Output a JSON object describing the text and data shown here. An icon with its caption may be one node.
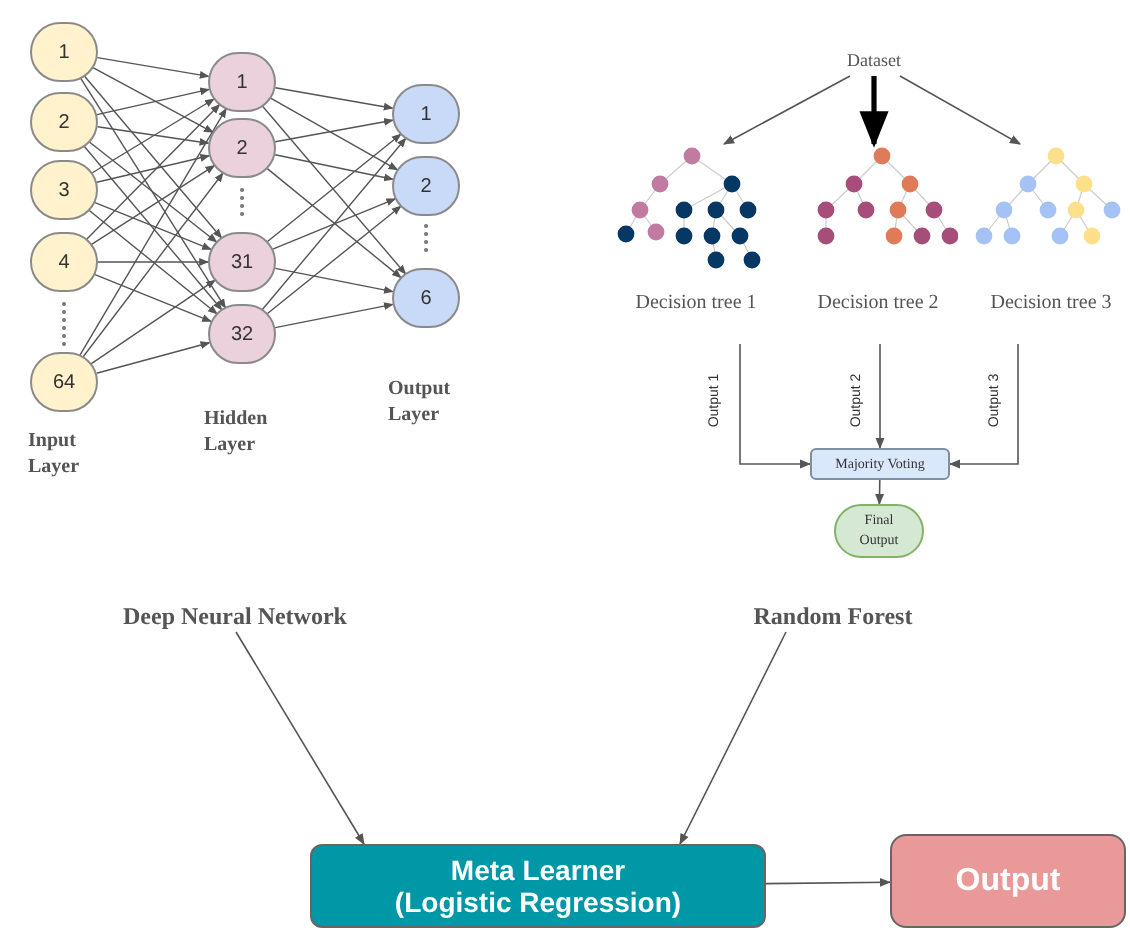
{
  "diagram": {
    "nodes": [
      {
        "text": [
          "1"
        ]
      },
      {
        "text": [
          "2"
        ]
      },
      {
        "text": [
          "3"
        ]
      },
      {
        "text": [
          "4"
        ]
      },
      {
        "text": [
          "64"
        ]
      },
      {
        "text": [
          "1"
        ]
      },
      {
        "text": [
          "2"
        ]
      },
      {
        "text": [
          "31"
        ]
      },
      {
        "text": [
          "32"
        ]
      },
      {
        "text": [
          "1"
        ]
      },
      {
        "text": [
          "2"
        ]
      },
      {
        "text": [
          "6"
        ]
      },
      {
        "text": [
          "Dataset"
        ]
      },
      {
        "text": [],
        "shape": "picture",
        "beside": [
          "Decision tree 1"
        ]
      },
      {
        "text": [],
        "shape": "picture",
        "beside": [
          "Decision tree 2"
        ]
      },
      {
        "text": [],
        "shape": "picture",
        "beside": [
          "Decision tree 3"
        ]
      },
      {
        "text": [
          "Majority Voting"
        ]
      },
      {
        "text": [
          "Final Output"
        ]
      },
      {
        "text": [
          "Deep Neural Network"
        ]
      },
      {
        "text": [
          "Random Forest"
        ]
      },
      {
        "text": [
          "Meta Learner (Logistic Regression)"
        ]
      },
      {
        "text": [
          "Output"
        ]
      }
    ],
    "edges": [
      {
        "from": 0,
        "to": 5,
        "arrow": "to"
      },
      {
        "from": 0,
        "to": 6,
        "arrow": "to"
      },
      {
        "from": 0,
        "to": 7,
        "arrow": "to"
      },
      {
        "from": 0,
        "to": 8,
        "arrow": "to"
      },
      {
        "from": 1,
        "to": 5,
        "arrow": "to"
      },
      {
        "from": 1,
        "to": 6,
        "arrow": "to"
      },
      {
        "from": 1,
        "to": 7,
        "arrow": "to"
      },
      {
        "from": 1,
        "to": 8,
        "arrow": "to"
      },
      {
        "from": 2,
        "to": 5,
        "arrow": "to"
      },
      {
        "from": 2,
        "to": 6,
        "arrow": "to"
      },
      {
        "from": 2,
        "to": 7,
        "arrow": "to"
      },
      {
        "from": 2,
        "to": 8,
        "arrow": "to"
      },
      {
        "from": 3,
        "to": 5,
        "arrow": "to"
      },
      {
        "from": 3,
        "to": 6,
        "arrow": "to"
      },
      {
        "from": 3,
        "to": 7,
        "arrow": "to"
      },
      {
        "from": 3,
        "to": 8,
        "arrow": "to"
      },
      {
        "from": 4,
        "to": 5,
        "arrow": "to"
      },
      {
        "from": 4,
        "to": 6,
        "arrow": "to"
      },
      {
        "from": 4,
        "to": 7,
        "arrow": "to"
      },
      {
        "from": 4,
        "to": 8,
        "arrow": "to"
      },
      {
        "from": 5,
        "to": 9,
        "arrow": "to"
      },
      {
        "from": 5,
        "to": 10,
        "arrow": "to"
      },
      {
        "from": 5,
        "to": 11,
        "arrow": "to"
      },
      {
        "from": 6,
        "to": 9,
        "arrow": "to"
      },
      {
        "from": 6,
        "to": 10,
        "arrow": "to"
      },
      {
        "from": 6,
        "to": 11,
        "arrow": "to"
      },
      {
        "from": 7,
        "to": 9,
        "arrow": "to"
      },
      {
        "from": 7,
        "to": 10,
        "arrow": "to"
      },
      {
        "from": 7,
        "to": 11,
        "arrow": "to"
      },
      {
        "from": 8,
        "to": 9,
        "arrow": "to"
      },
      {
        "from": 8,
        "to": 10,
        "arrow": "to"
      },
      {
        "from": 8,
        "to": 11,
        "arrow": "to"
      },
      {
        "from": 12,
        "to": 13,
        "arrow": "to"
      },
      {
        "from": 12,
        "to": 14,
        "arrow": "to",
        "style": "thick",
        "color": "#000000"
      },
      {
        "from": 12,
        "to": 15,
        "arrow": "to"
      },
      {
        "from": 13,
        "to": 16,
        "arrow": "to",
        "label": "Output 1"
      },
      {
        "from": 14,
        "to": 16,
        "arrow": "to",
        "label": "Output 2"
      },
      {
        "from": 15,
        "to": 16,
        "arrow": "to",
        "label": "Output 3"
      },
      {
        "from": 16,
        "to": 17,
        "arrow": "to"
      },
      {
        "from": 18,
        "to": 20,
        "arrow": "to"
      },
      {
        "from": 19,
        "to": 20,
        "arrow": "to"
      },
      {
        "from": 20,
        "to": 21,
        "arrow": "to"
      }
    ],
    "labels": [
      "Input Layer",
      "Hidden Layer",
      "Output Layer"
    ]
  }
}
